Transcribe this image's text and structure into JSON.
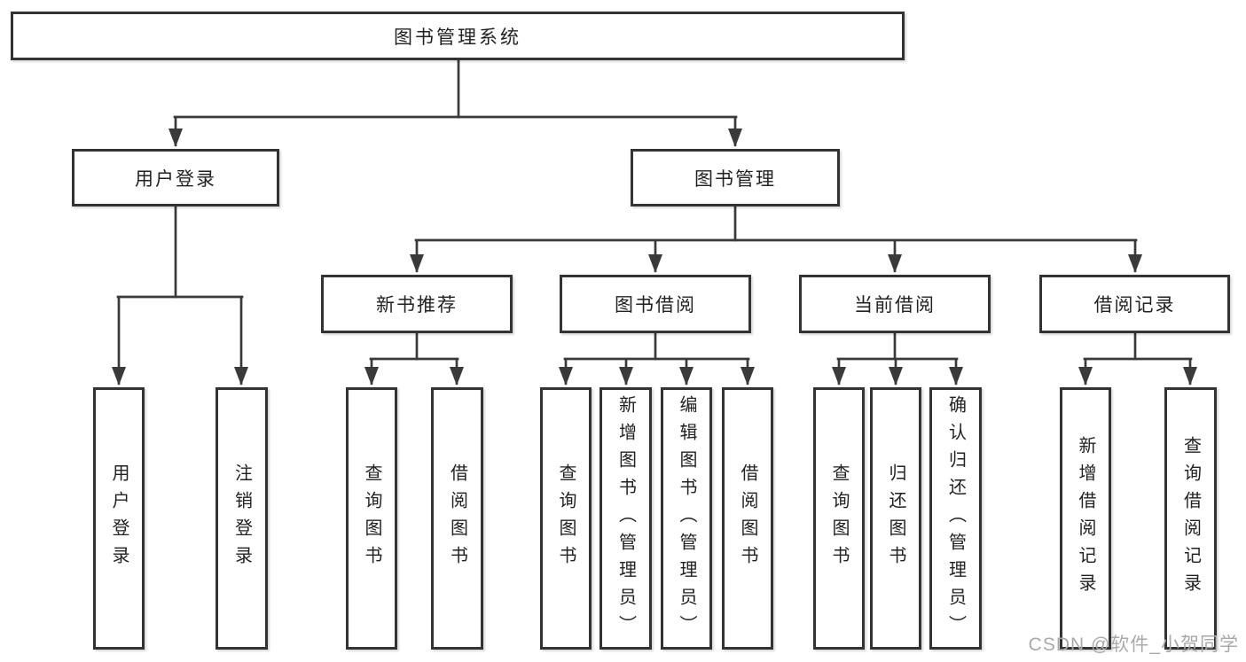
{
  "diagram_title": "图书管理系统",
  "tree": {
    "root": {
      "label": "图书管理系统",
      "children": [
        {
          "label": "用户登录",
          "children": [
            {
              "label": "用户登录"
            },
            {
              "label": "注销登录"
            }
          ]
        },
        {
          "label": "图书管理",
          "children": [
            {
              "label": "新书推荐",
              "children": [
                {
                  "label": "查询图书"
                },
                {
                  "label": "借阅图书"
                }
              ]
            },
            {
              "label": "图书借阅",
              "children": [
                {
                  "label": "查询图书"
                },
                {
                  "label": "新增图书（管理员）"
                },
                {
                  "label": "编辑图书（管理员）"
                },
                {
                  "label": "借阅图书"
                }
              ]
            },
            {
              "label": "当前借阅",
              "children": [
                {
                  "label": "查询图书"
                },
                {
                  "label": "归还图书"
                },
                {
                  "label": "确认归还（管理员）"
                }
              ]
            },
            {
              "label": "借阅记录",
              "children": [
                {
                  "label": "新增借阅记录"
                },
                {
                  "label": "查询借阅记录"
                }
              ]
            }
          ]
        }
      ]
    }
  },
  "watermark": {
    "text": "CSDN @软件_小贺同学"
  },
  "colors": {
    "background": "#ffffff",
    "line": "#3a3a3a",
    "box_border": "#333333",
    "text": "#222222",
    "watermark_text": "#a9a9a9"
  }
}
